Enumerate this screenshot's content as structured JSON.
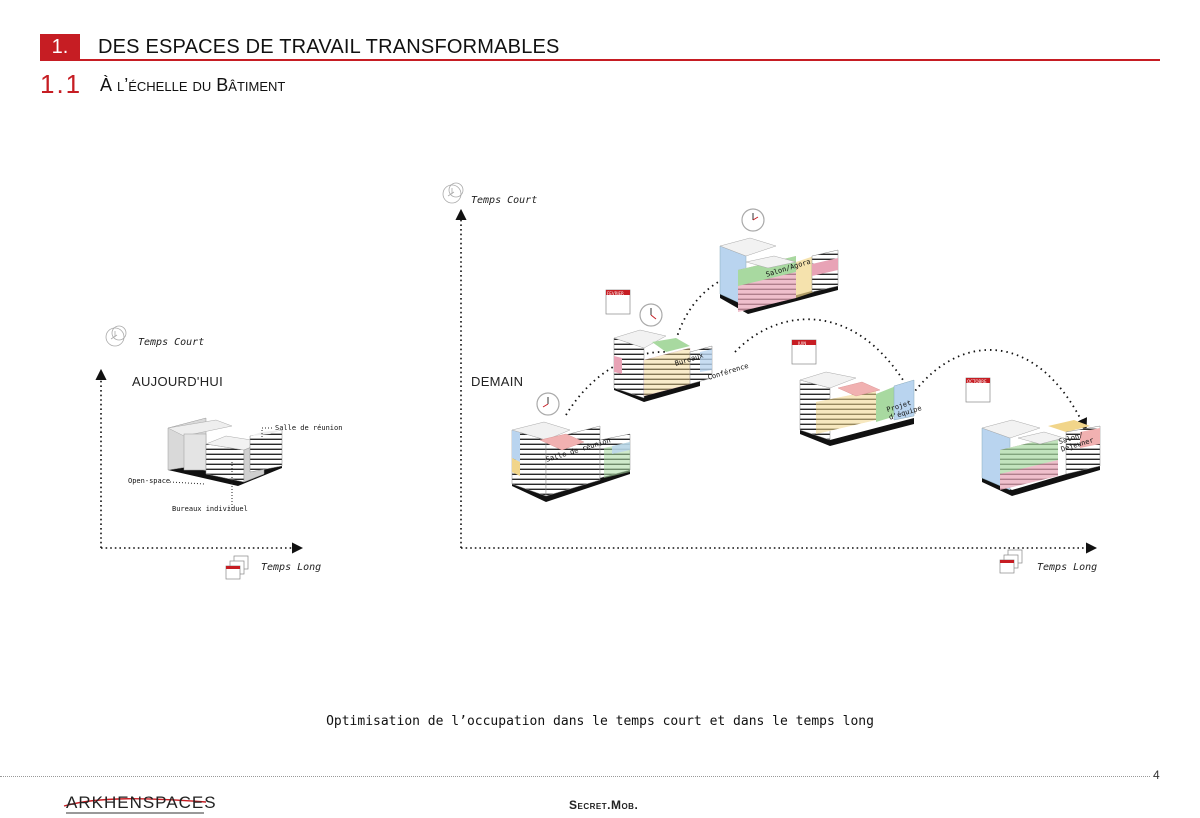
{
  "header": {
    "section_number": "1.",
    "section_title": "DES ESPACES DE TRAVAIL TRANSFORMABLES",
    "subsection_number": "1.1",
    "subsection_title": "À l’échelle du Bâtiment"
  },
  "diagram_left": {
    "axis_y_label": "Temps Court",
    "axis_x_label": "Temps Long",
    "phase_label": "AUJOURD'HUI",
    "rooms": [
      "Salle de réunion",
      "Open-space",
      "Bureaux individuel"
    ]
  },
  "diagram_right": {
    "axis_y_label": "Temps Court",
    "axis_x_label": "Temps Long",
    "phase_label": "DEMAIN",
    "rooms": [
      "Salle de réunion",
      "Bureaux",
      "Conférence",
      "Salon/Agora",
      "Projet d'équipe",
      "Salon/ Déjeuner"
    ],
    "calendar_months": [
      "FEVRIER",
      "JUIN",
      "OCTOBRE"
    ]
  },
  "colors": {
    "accent": "#c61d23",
    "pink": "#e8a3b6",
    "green": "#a8d9a0",
    "yellow": "#f1d58a",
    "blue": "#b9d4ef",
    "grey": "#d6d6d6",
    "red_pink": "#f1b1b1"
  },
  "caption": "Optimisation de l’occupation dans le temps court et dans le temps long",
  "footer": {
    "logo": "ARKHENSPACES",
    "center": "Secret.Mob.",
    "page_number": "4"
  }
}
